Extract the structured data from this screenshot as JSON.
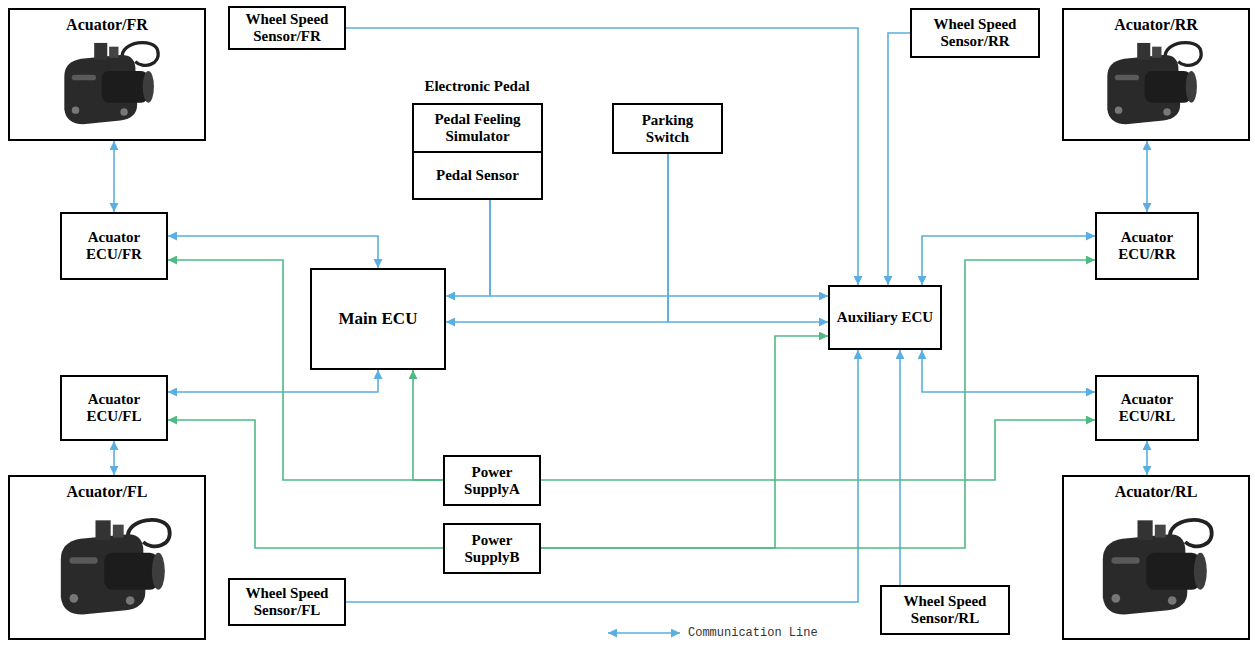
{
  "diagram": {
    "nodes": [
      {
        "text": [
          "Acuator/FR"
        ]
      },
      {
        "text": [
          "Wheel Speed Sensor/FR"
        ]
      },
      {
        "text": [
          "Electronic Pedal"
        ]
      },
      {
        "text": [
          "Pedal Feeling Simulator"
        ],
        "in": 2
      },
      {
        "text": [
          "Pedal Sensor"
        ],
        "in": 2
      },
      {
        "text": [
          "Parking Switch"
        ]
      },
      {
        "text": [
          "Wheel Speed Sensor/RR"
        ]
      },
      {
        "text": [
          "Acuator/RR"
        ]
      },
      {
        "text": [
          "Acuator ECU/FR"
        ]
      },
      {
        "text": [
          "Main ECU"
        ]
      },
      {
        "text": [
          "Auxiliary ECU"
        ]
      },
      {
        "text": [
          "Acuator ECU/RR"
        ]
      },
      {
        "text": [
          "Acuator ECU/FL"
        ]
      },
      {
        "text": [
          "Acuator ECU/RL"
        ]
      },
      {
        "text": [
          "Power SupplyA"
        ]
      },
      {
        "text": [
          "Acuator/FL"
        ]
      },
      {
        "text": [
          "Power SupplyB"
        ]
      },
      {
        "text": [
          "Acuator/RL"
        ]
      },
      {
        "text": [
          "Wheel Speed Sensor/FL"
        ]
      },
      {
        "text": [
          "Wheel Speed Sensor/RL"
        ]
      }
    ],
    "edges": [
      {
        "from": 0,
        "to": 8,
        "arrow": "both"
      },
      {
        "from": 1,
        "to": 10,
        "arrow": "to"
      },
      {
        "from": 4,
        "to": 9,
        "arrow": "to"
      },
      {
        "from": 4,
        "to": 10,
        "arrow": "to"
      },
      {
        "from": 5,
        "to": 9,
        "arrow": "to"
      },
      {
        "from": 5,
        "to": 10,
        "arrow": "to"
      },
      {
        "from": 6,
        "to": 10,
        "arrow": "to"
      },
      {
        "from": 7,
        "to": 11,
        "arrow": "both"
      },
      {
        "from": 8,
        "to": 9,
        "arrow": "both"
      },
      {
        "from": 10,
        "to": 11,
        "arrow": "both"
      },
      {
        "from": 12,
        "to": 9,
        "arrow": "both"
      },
      {
        "from": 10,
        "to": 13,
        "arrow": "both"
      },
      {
        "from": 12,
        "to": 15,
        "arrow": "both"
      },
      {
        "from": 13,
        "to": 17,
        "arrow": "both"
      },
      {
        "from": 18,
        "to": 10,
        "arrow": "to"
      },
      {
        "from": 19,
        "to": 10,
        "arrow": "to"
      },
      {
        "from": 14,
        "to": 8,
        "arrow": "to"
      },
      {
        "from": 14,
        "to": 9,
        "arrow": "to"
      },
      {
        "from": 14,
        "to": 13,
        "arrow": "to"
      },
      {
        "from": 16,
        "to": 12,
        "arrow": "to"
      },
      {
        "from": 16,
        "to": 10,
        "arrow": "to"
      },
      {
        "from": 16,
        "to": 11,
        "arrow": "to"
      }
    ],
    "legend": [
      {
        "text": "Communication Line"
      }
    ]
  }
}
